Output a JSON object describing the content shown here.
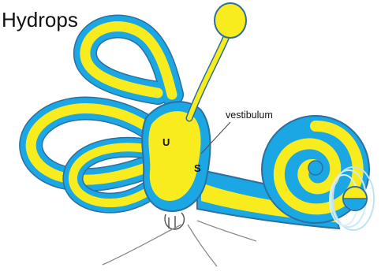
{
  "title": "Hydrops",
  "labels": {
    "utricle": "U",
    "saccule": "S",
    "vestibulum": "vestibulum"
  },
  "colors": {
    "perilymph": "#1ba6e4",
    "endolymph": "#f8ec1f",
    "outline": "#2d6f9e",
    "nerve": "#8a8a8a"
  }
}
